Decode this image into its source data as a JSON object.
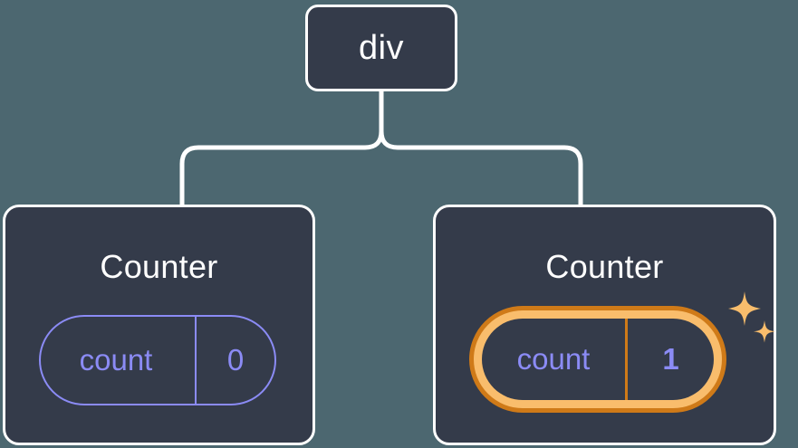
{
  "diagram": {
    "type": "component-tree",
    "title": "React component tree with highlighted state update",
    "background_color": "#4c6770",
    "node_fill_color": "#343b4a",
    "node_border_color": "#ffffff",
    "state_color": "#8b8bf5",
    "highlight_outer_color": "#cf7a18",
    "highlight_inner_color": "#f9bd6c",
    "root": {
      "label": "div"
    },
    "children": [
      {
        "title": "Counter",
        "state": {
          "key": "count",
          "value": "0"
        },
        "highlighted": false
      },
      {
        "title": "Counter",
        "state": {
          "key": "count",
          "value": "1"
        },
        "highlighted": true,
        "sparkle_icons": [
          "sparkle-large",
          "sparkle-small"
        ]
      }
    ]
  }
}
